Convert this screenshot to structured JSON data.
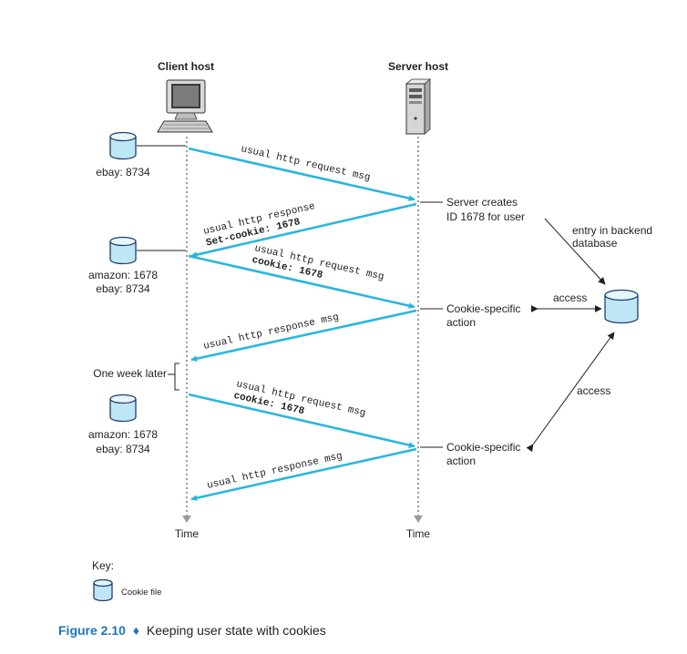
{
  "header": {
    "client_host": "Client host",
    "server_host": "Server host"
  },
  "client_cookies": {
    "first": [
      "ebay: 8734"
    ],
    "second": [
      "amazon: 1678",
      "ebay: 8734"
    ],
    "third": [
      "amazon: 1678",
      "ebay: 8734"
    ]
  },
  "messages": [
    {
      "lines": [
        "usual http request msg"
      ],
      "bold": [
        false
      ]
    },
    {
      "lines": [
        "usual http response",
        "Set-cookie: 1678"
      ],
      "bold": [
        false,
        true
      ]
    },
    {
      "lines": [
        "usual http request msg",
        "cookie: 1678"
      ],
      "bold": [
        false,
        true
      ]
    },
    {
      "lines": [
        "usual http response msg"
      ],
      "bold": [
        false
      ]
    },
    {
      "lines": [
        "usual http request msg",
        "cookie: 1678"
      ],
      "bold": [
        false,
        true
      ]
    },
    {
      "lines": [
        "usual http response msg"
      ],
      "bold": [
        false
      ]
    }
  ],
  "server_notes": {
    "creates": [
      "Server creates",
      "ID 1678 for user"
    ],
    "action1": [
      "Cookie-specific",
      "action"
    ],
    "action2": [
      "Cookie-specific",
      "action"
    ]
  },
  "backend": {
    "entry": [
      "entry in backend",
      "database"
    ],
    "access1": "access",
    "access2": "access"
  },
  "one_week_later": "One week later",
  "time_labels": {
    "client": "Time",
    "server": "Time"
  },
  "key": {
    "title": "Key:",
    "cookie_file": "Cookie file"
  },
  "caption": {
    "figure": "Figure 2.10",
    "separator": "♦",
    "text": "Keeping user state with cookies"
  },
  "colors": {
    "arrow": "#29b6e0",
    "caption_blue": "#1b75bb",
    "cylinder": "#bfe6f7"
  }
}
